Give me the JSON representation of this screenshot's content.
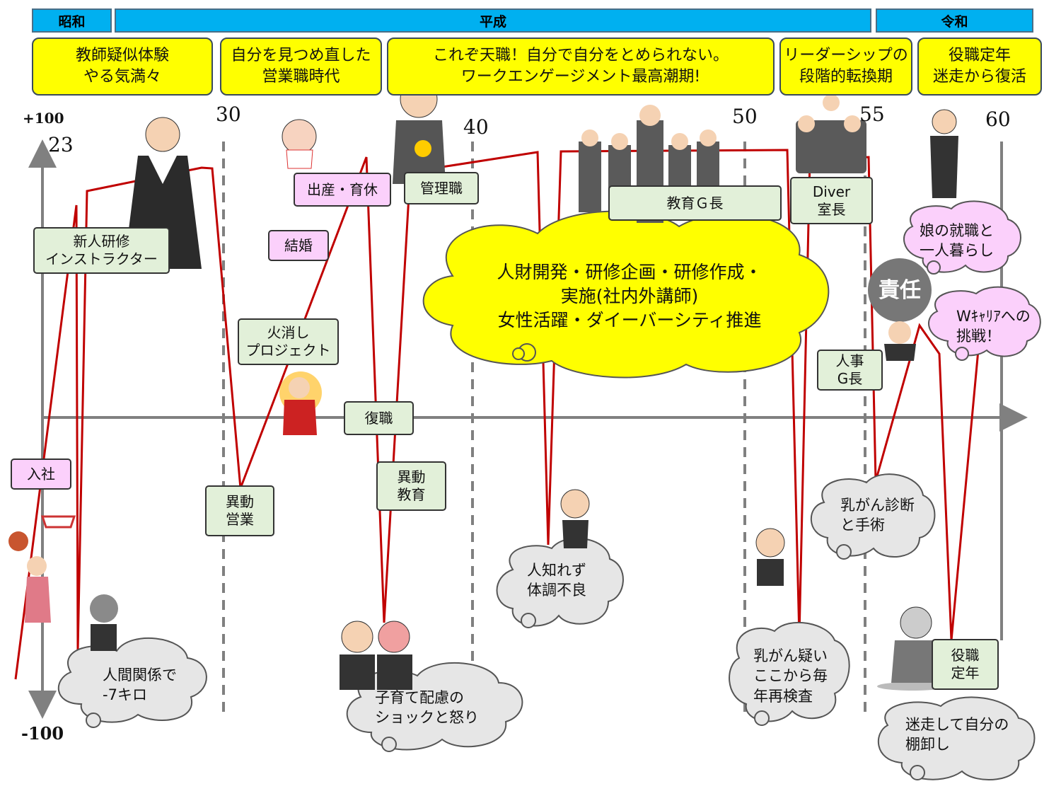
{
  "eras": [
    "昭和",
    "平成",
    "令和"
  ],
  "phases": [
    "教師疑似体験\nやる気満々",
    "自分を見つめ直した\n営業職時代",
    "これぞ天職！自分で自分をとめられない。\nワークエンゲージメント最高潮期!",
    "リーダーシップの\n段階的転換期",
    "役職定年\n迷走から復活"
  ],
  "axis": {
    "top": "+100",
    "bottom": "-100",
    "ages": [
      "23",
      "30",
      "40",
      "50",
      "55",
      "60"
    ]
  },
  "events": {
    "entry": "入社",
    "instructor": "新人研修\nインストラクター",
    "sales_move": "異動\n営業",
    "firefight": "火消し\nプロジェクト",
    "marriage": "結婚",
    "childbirth": "出産・育休",
    "return": "復職",
    "edu_move": "異動\n教育",
    "manager": "管理職",
    "edu_leader": "教育Ｇ長",
    "diver": "Diver\n室長",
    "hr_leader": "人事\nG長",
    "retire_role": "役職\n定年"
  },
  "clouds": {
    "weight": "人間関係で\n-7キロ",
    "childcare": "子育て配慮の\nショックと怒り",
    "unwell": "人知れず\n体調不良",
    "big": "人財開発・研修企画・研修作成・\n実施(社内外講師)\n女性活躍・ダイーバーシティ推進",
    "suspect": "乳がん疑い\nここから毎\n年再検査",
    "diagnosis": "乳がん診断\nと手術",
    "daughter": "娘の就職と\n一人暮らし",
    "challenge": "Wｷｬﾘｱへの\n挑戦！",
    "wander": "迷走して自分の\n棚卸し"
  },
  "badge": "責任",
  "colors": {
    "era": "#00b0f0",
    "phase": "#ffff00",
    "line": "#c00000",
    "green_box": "#e2f0d9",
    "pink_box": "#fbd0fb",
    "cloud_yellow": "#ffff00",
    "cloud_gray": "#e6e6e6"
  }
}
